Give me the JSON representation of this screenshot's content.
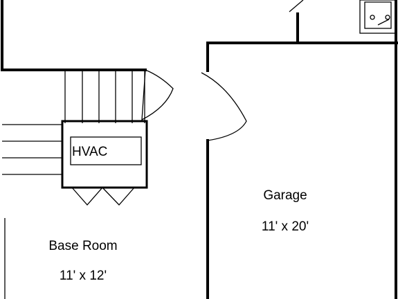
{
  "rooms": {
    "garage": {
      "name": "Garage",
      "size": "11' x 20'"
    },
    "base_room": {
      "name": "Base Room",
      "size": "11' x 12'"
    },
    "hvac": {
      "name": "HVAC"
    }
  },
  "icons": {
    "sink": "utility-sink-icon",
    "stairs": "stairs-icon",
    "door": "door-swing-icon"
  }
}
